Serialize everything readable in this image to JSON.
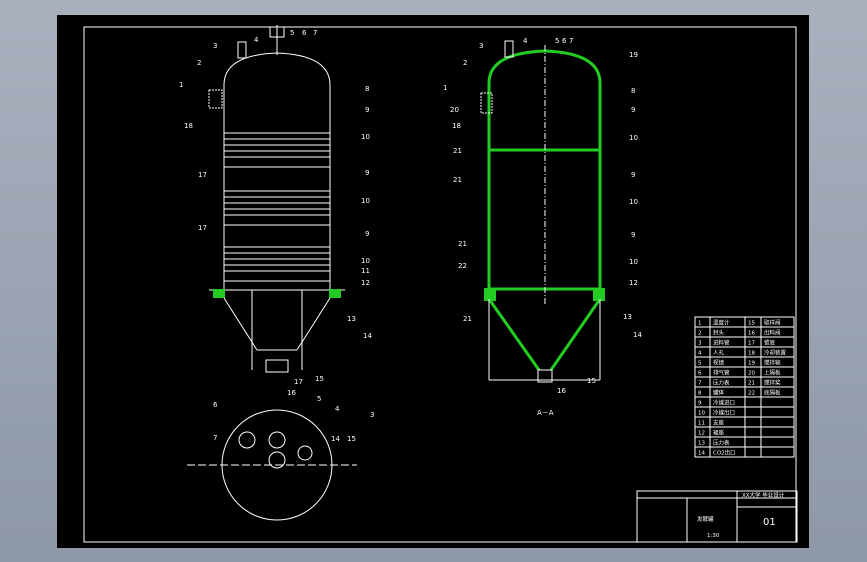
{
  "drawing": {
    "section_label": "A－A",
    "left_labels": [
      "1",
      "2",
      "3",
      "4",
      "5",
      "6",
      "7",
      "8",
      "9",
      "10",
      "9",
      "10",
      "9",
      "10",
      "11",
      "12",
      "13",
      "14",
      "15",
      "16",
      "17",
      "17",
      "17",
      "18"
    ],
    "right_labels": [
      "1",
      "2",
      "3",
      "4",
      "5",
      "6",
      "7",
      "8",
      "9",
      "10",
      "9",
      "10",
      "9",
      "10",
      "12",
      "13",
      "14",
      "15",
      "16",
      "18",
      "19",
      "20",
      "21",
      "21",
      "21",
      "21",
      "22"
    ],
    "top_view_labels": [
      "3",
      "4",
      "5",
      "6",
      "7",
      "14",
      "15"
    ]
  },
  "parts_table": {
    "rows": [
      [
        "1",
        "温度计",
        "15",
        "取样阀"
      ],
      [
        "2",
        "封头",
        "16",
        "出料阀"
      ],
      [
        "3",
        "进料管",
        "17",
        "锥底"
      ],
      [
        "4",
        "人孔",
        "18",
        "冷却装置"
      ],
      [
        "5",
        "视镜",
        "19",
        "搅拌轴"
      ],
      [
        "6",
        "排气管",
        "20",
        "上隔板"
      ],
      [
        "7",
        "压力表",
        "21",
        "搅拌桨"
      ],
      [
        "8",
        "罐体",
        "22",
        "底隔板"
      ],
      [
        "9",
        "冷媒进口",
        "",
        ""
      ],
      [
        "10",
        "冷媒出口",
        "",
        ""
      ],
      [
        "11",
        "支座",
        "",
        ""
      ],
      [
        "12",
        "裙座",
        "",
        ""
      ],
      [
        "13",
        "压力表",
        "",
        ""
      ],
      [
        "14",
        "CO2出口",
        "",
        ""
      ]
    ]
  },
  "title_block": {
    "drawing_name": "发酵罐",
    "drawing_number": "01",
    "scale": "1:30",
    "header_text": "XX大学 毕业设计"
  },
  "colors": {
    "sheet": "#000000",
    "line": "#ffffff",
    "hatch": "#22cc22"
  }
}
